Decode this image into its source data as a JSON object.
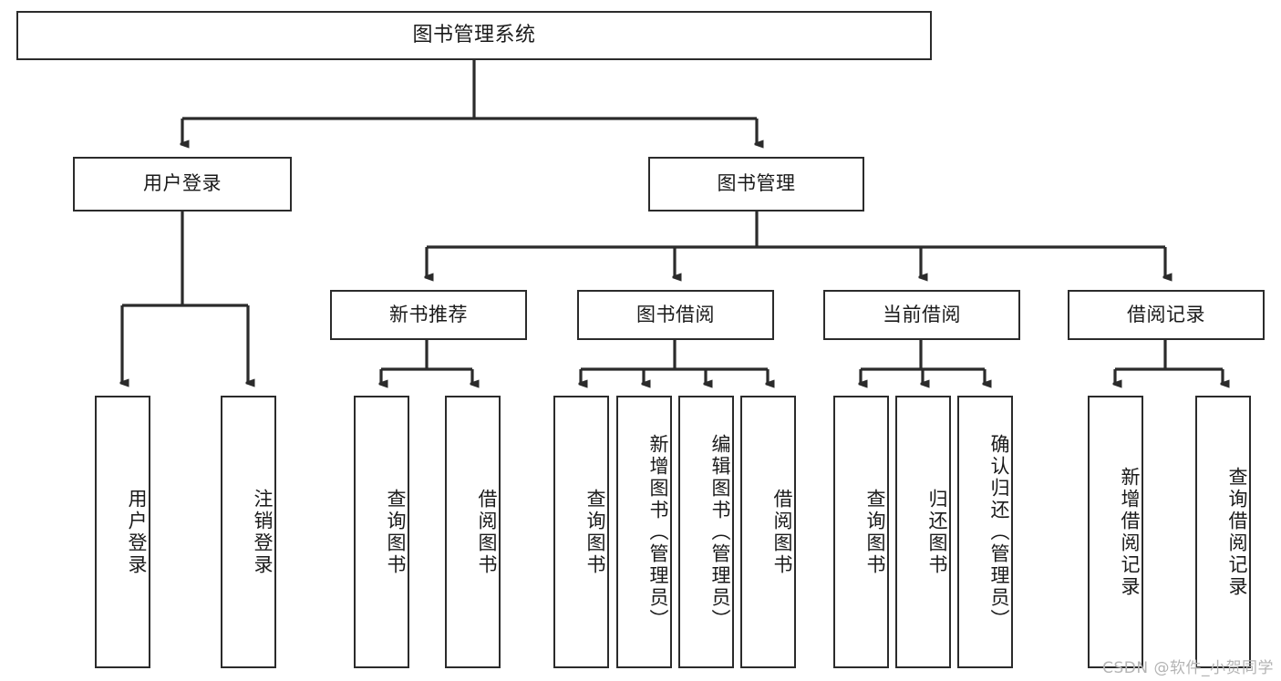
{
  "diagram": {
    "type": "tree",
    "title": "图书管理系统",
    "colors": {
      "box_border": "#2b2b2b",
      "box_fill": "#ffffff",
      "edge": "#2b2b2b",
      "text": "#1a1a1a",
      "watermark": "#b4b4b4",
      "background": "#ffffff"
    },
    "root": {
      "label": "图书管理系统"
    },
    "level2": [
      {
        "id": "user-login",
        "label": "用户登录"
      },
      {
        "id": "book-manage",
        "label": "图书管理"
      }
    ],
    "level3": [
      {
        "id": "new-book-recommend",
        "label": "新书推荐"
      },
      {
        "id": "book-borrow",
        "label": "图书借阅"
      },
      {
        "id": "current-borrow",
        "label": "当前借阅"
      },
      {
        "id": "borrow-record",
        "label": "借阅记录"
      }
    ],
    "leaves": {
      "user_login": [
        {
          "id": "leaf-user-login",
          "label": "用户登录"
        },
        {
          "id": "leaf-user-logout",
          "label": "注销登录"
        }
      ],
      "new_book_recommend": [
        {
          "id": "leaf-query-book-1",
          "label": "查询图书"
        },
        {
          "id": "leaf-borrow-book-1",
          "label": "借阅图书"
        }
      ],
      "book_borrow": [
        {
          "id": "leaf-query-book-2",
          "label": "查询图书"
        },
        {
          "id": "leaf-add-book",
          "label": "新增图书（管理员）"
        },
        {
          "id": "leaf-edit-book",
          "label": "编辑图书（管理员）"
        },
        {
          "id": "leaf-borrow-book-2",
          "label": "借阅图书"
        }
      ],
      "current_borrow": [
        {
          "id": "leaf-query-book-3",
          "label": "查询图书"
        },
        {
          "id": "leaf-return-book",
          "label": "归还图书"
        },
        {
          "id": "leaf-confirm-return",
          "label": "确认归还（管理员）"
        }
      ],
      "borrow_record": [
        {
          "id": "leaf-add-record",
          "label": "新增借阅记录"
        },
        {
          "id": "leaf-query-record",
          "label": "查询借阅记录"
        }
      ]
    },
    "watermark": "CSDN @软件_小贺同学"
  }
}
